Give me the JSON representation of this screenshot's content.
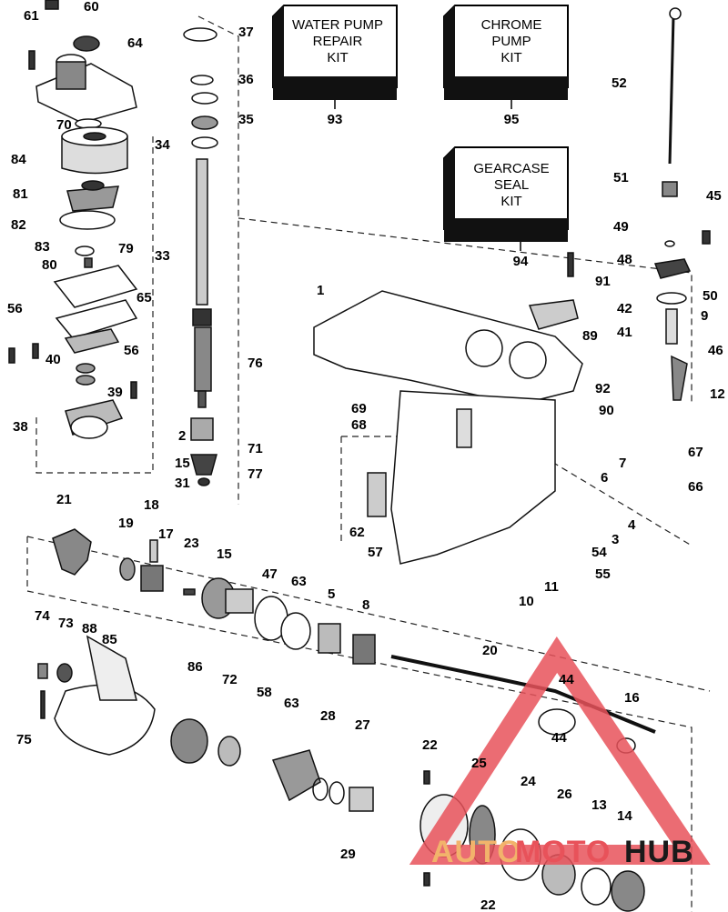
{
  "kits": [
    {
      "id": "water-pump",
      "lines": [
        "WATER PUMP",
        "REPAIR",
        "KIT"
      ],
      "callout": "93"
    },
    {
      "id": "chrome-pump",
      "lines": [
        "CHROME",
        "PUMP",
        "KIT"
      ],
      "callout": "95"
    },
    {
      "id": "gearcase-seal",
      "lines": [
        "GEARCASE",
        "SEAL",
        "KIT"
      ],
      "callout": "94"
    }
  ],
  "callouts": [
    "1",
    "2",
    "3",
    "4",
    "5",
    "6",
    "7",
    "8",
    "9",
    "10",
    "11",
    "12",
    "13",
    "14",
    "15",
    "15",
    "16",
    "17",
    "18",
    "19",
    "20",
    "21",
    "22",
    "22",
    "23",
    "24",
    "25",
    "26",
    "27",
    "28",
    "29",
    "31",
    "33",
    "34",
    "35",
    "36",
    "37",
    "38",
    "39",
    "40",
    "41",
    "42",
    "44",
    "44",
    "45",
    "46",
    "47",
    "48",
    "49",
    "50",
    "51",
    "52",
    "54",
    "55",
    "56",
    "56",
    "57",
    "58",
    "60",
    "61",
    "62",
    "63",
    "63",
    "64",
    "65",
    "66",
    "67",
    "68",
    "69",
    "70",
    "71",
    "72",
    "73",
    "74",
    "75",
    "76",
    "77",
    "79",
    "80",
    "81",
    "82",
    "83",
    "84",
    "85",
    "86",
    "88",
    "89",
    "90",
    "91",
    "92"
  ],
  "watermark": {
    "part1": "AUTO",
    "part2": "MOTO",
    "part3": "HUB",
    "color1": "#f2b36b",
    "color2": "#e8525a",
    "color3": "#1a1a1a"
  },
  "colors": {
    "line": "#111111",
    "accent": "#e8525a"
  }
}
